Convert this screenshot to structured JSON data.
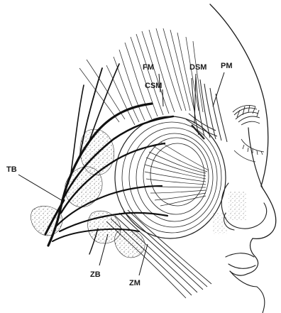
{
  "figure": {
    "labels": {
      "fm": "FM",
      "csm": "CSM",
      "dsm": "DSM",
      "pm": "PM",
      "tb": "TB",
      "zb": "ZB",
      "zm": "ZM"
    }
  }
}
